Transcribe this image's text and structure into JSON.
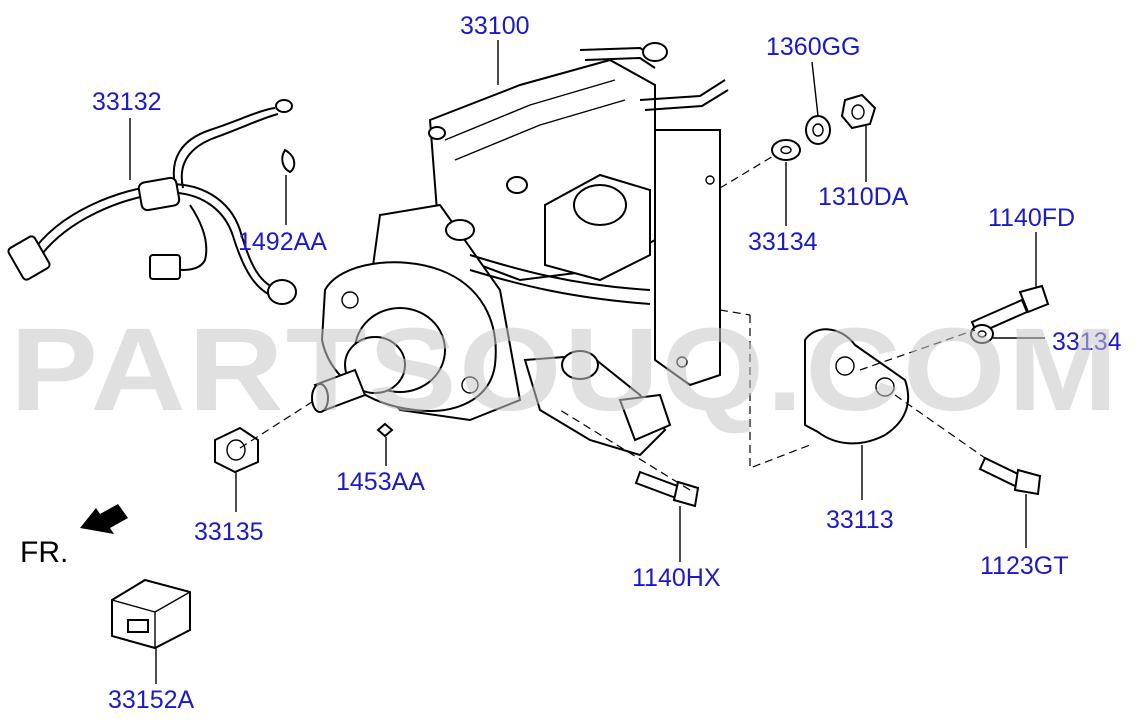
{
  "watermark": "PARTSOUQ.COM",
  "direction_label": "FR.",
  "labels": {
    "p33100": "33100",
    "p33132": "33132",
    "p1360GG": "1360GG",
    "p1310DA": "1310DA",
    "p1492AA": "1492AA",
    "p33134_top": "33134",
    "p1140FD": "1140FD",
    "p33134_right": "33134",
    "p1453AA": "1453AA",
    "p33135": "33135",
    "p33113": "33113",
    "p1140HX": "1140HX",
    "p1123GT": "1123GT",
    "p33152A": "33152A"
  },
  "colors": {
    "label": "#1a1ac8",
    "line": "#000000",
    "watermark": "#c8c8c8"
  }
}
